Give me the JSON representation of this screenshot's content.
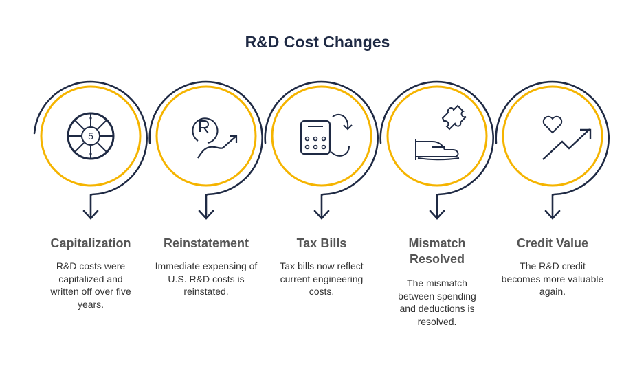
{
  "title": "R&D Cost Changes",
  "colors": {
    "accent": "#f5b400",
    "ink": "#1f2a44"
  },
  "steps": [
    {
      "icon": "casino-chip-five-icon",
      "title": "Capitalization",
      "desc": "R&D costs were capitalized and written off over five years."
    },
    {
      "icon": "registered-trend-up-icon",
      "title": "Reinstatement",
      "desc": "Immediate expensing of U.S. R&D costs is reinstated."
    },
    {
      "icon": "calculator-refresh-icon",
      "title": "Tax Bills",
      "desc": "Tax bills now reflect current engineering costs."
    },
    {
      "icon": "hand-puzzle-icon",
      "title": "Mismatch Resolved",
      "desc": "The mismatch between spending and deductions is resolved."
    },
    {
      "icon": "heart-trend-up-icon",
      "title": "Credit Value",
      "desc": "The R&D credit becomes more valuable again."
    }
  ]
}
